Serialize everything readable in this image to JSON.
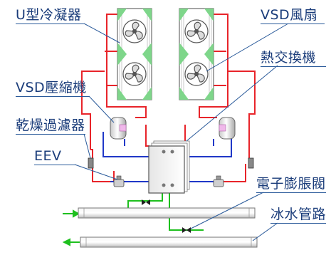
{
  "labels": {
    "u_condenser": "U型冷凝器",
    "vsd_fan": "VSD風扇",
    "vsd_compressor": "VSD壓縮機",
    "heat_exchanger": "熱交換機",
    "dryer_filter": "乾燥過濾器",
    "eev": "EEV",
    "electronic_expansion_valve": "電子膨脹閥",
    "chilled_water_pipe": "冰水管路"
  },
  "colors": {
    "refrigerant_hot": "#e8242a",
    "refrigerant_cold": "#2038c8",
    "chilled_water": "#1ec01e",
    "label_text": "#1a3c7a",
    "leader_line": "#2a5a9a",
    "fan_accent": "#7ed68a"
  }
}
